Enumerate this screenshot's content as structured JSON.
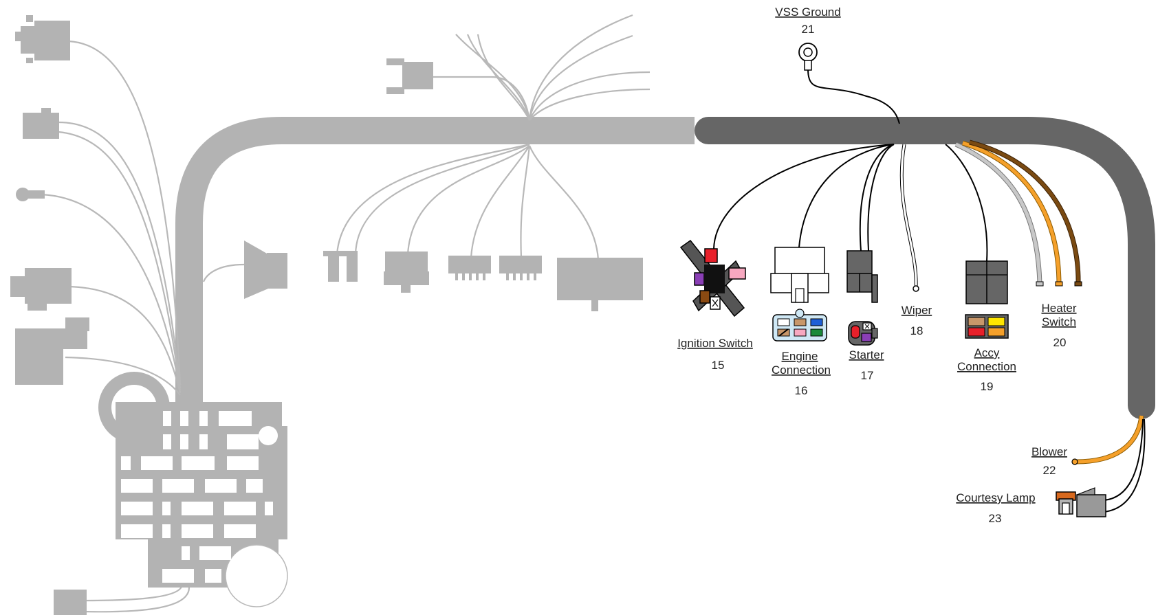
{
  "labels": {
    "vss_ground": {
      "name": "VSS Ground",
      "number": "21"
    },
    "ignition_switch": {
      "name": "Ignition Switch",
      "number": "15"
    },
    "engine_connection": {
      "name_line1": "Engine",
      "name_line2": "Connection",
      "number": "16"
    },
    "starter": {
      "name": "Starter",
      "number": "17"
    },
    "wiper": {
      "name": "Wiper",
      "number": "18"
    },
    "accy_connection": {
      "name_line1": "Accy",
      "name_line2": "Connection",
      "number": "19"
    },
    "heater_switch": {
      "name_line1": "Heater",
      "name_line2": "Switch",
      "number": "20"
    },
    "blower": {
      "name": "Blower",
      "number": "22"
    },
    "courtesy_lamp": {
      "name": "Courtesy Lamp",
      "number": "23"
    }
  },
  "colors": {
    "inactive_gray": "#b3b3b3",
    "active_harness": "#666666",
    "wire_orange": "#f5a02a",
    "wire_brown": "#7a4a12",
    "wire_white": "#ffffff",
    "pin_red": "#e8202a",
    "pin_purple": "#8a3fb5",
    "pin_yellow": "#ffe600",
    "pin_pink": "#f7a8c0",
    "pin_blue": "#1e5fd6",
    "pin_green": "#1a8a3a",
    "pin_tan": "#c8976a"
  }
}
